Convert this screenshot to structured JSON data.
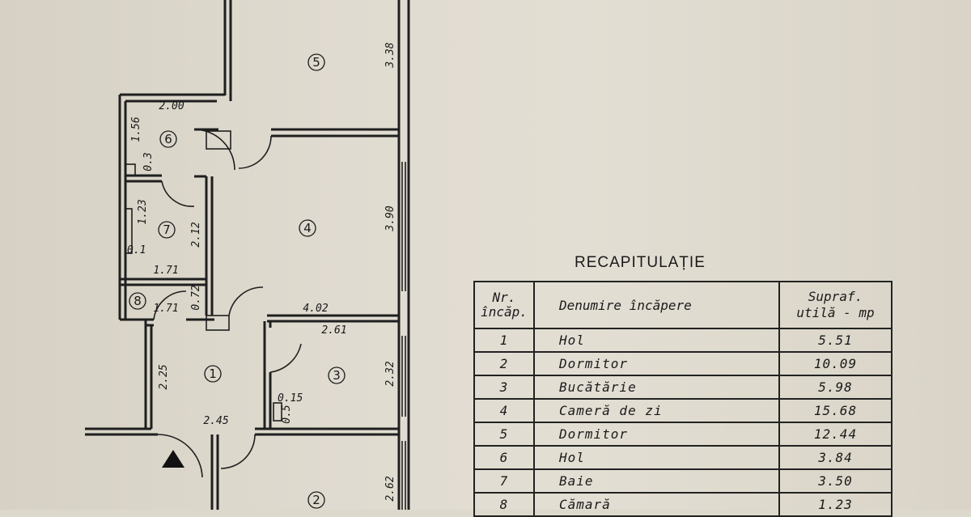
{
  "plan": {
    "rooms": [
      {
        "nr": "1"
      },
      {
        "nr": "2"
      },
      {
        "nr": "3"
      },
      {
        "nr": "4"
      },
      {
        "nr": "5"
      },
      {
        "nr": "6"
      },
      {
        "nr": "7"
      },
      {
        "nr": "8"
      }
    ],
    "dimensions": {
      "d_338": "3.38",
      "d_200": "2.00",
      "d_156": "1.56",
      "d_03": "0.3",
      "d_123": "1.23",
      "d_212": "2.12",
      "d_01": "0.1",
      "d_171a": "1.71",
      "d_390": "3.90",
      "d_171b": "1.71",
      "d_072": "0.72",
      "d_402": "4.02",
      "d_261": "2.61",
      "d_225": "2.25",
      "d_232": "2.32",
      "d_015": "0.15",
      "d_05": "0.5",
      "d_245": "2.45",
      "d_262": "2.62"
    },
    "entrance_icon": "triangle-entrance-icon"
  },
  "recap": {
    "title": "RECAPITULAȚIE",
    "headers": {
      "nr_line1": "Nr.",
      "nr_line2": "încăp.",
      "name": "Denumire încăpere",
      "area_line1": "Supraf.",
      "area_line2": "utilă - mp"
    },
    "rows": [
      {
        "nr": "1",
        "name": "Hol",
        "area": "5.51"
      },
      {
        "nr": "2",
        "name": "Dormitor",
        "area": "10.09"
      },
      {
        "nr": "3",
        "name": "Bucătărie",
        "area": "5.98"
      },
      {
        "nr": "4",
        "name": "Cameră de zi",
        "area": "15.68"
      },
      {
        "nr": "5",
        "name": "Dormitor",
        "area": "12.44"
      },
      {
        "nr": "6",
        "name": "Hol",
        "area": "3.84"
      },
      {
        "nr": "7",
        "name": "Baie",
        "area": "3.50"
      },
      {
        "nr": "8",
        "name": "Cămară",
        "area": "1.23"
      }
    ]
  }
}
